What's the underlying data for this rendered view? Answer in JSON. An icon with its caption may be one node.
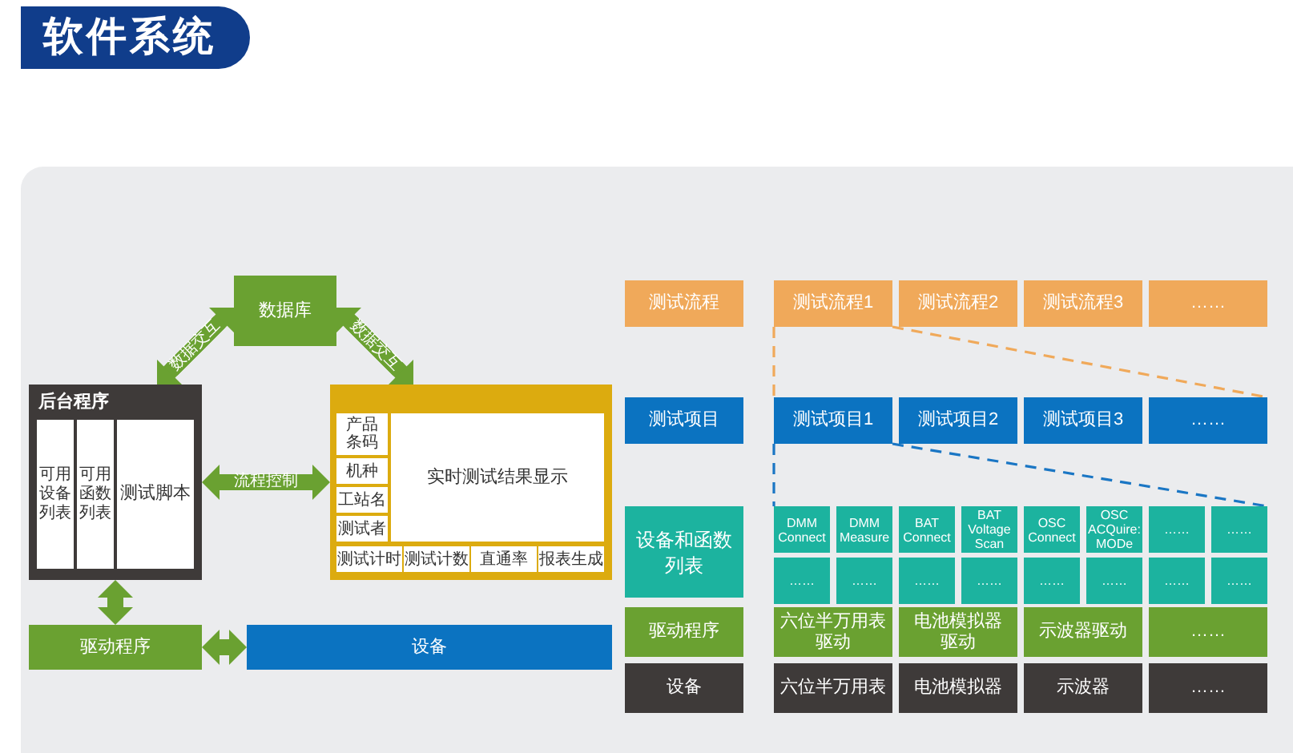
{
  "diagram": {
    "title": "软件系统",
    "nodes": [
      {
        "text": [
          "数据库"
        ]
      },
      {
        "text": [
          "后台程序"
        ]
      },
      {
        "text": [
          "可用设备列表"
        ],
        "in": 1
      },
      {
        "text": [
          "可用函数列表"
        ],
        "in": 1
      },
      {
        "text": [
          "测试脚本"
        ],
        "in": 1
      },
      {
        "text": [],
        "shape": "box"
      },
      {
        "text": [
          "产品条码"
        ],
        "in": 5
      },
      {
        "text": [
          "机种"
        ],
        "in": 5
      },
      {
        "text": [
          "工站名"
        ],
        "in": 5
      },
      {
        "text": [
          "测试者"
        ],
        "in": 5
      },
      {
        "text": [
          "实时测试结果显示"
        ],
        "in": 5
      },
      {
        "text": [
          "测试计时"
        ],
        "in": 5
      },
      {
        "text": [
          "测试计数"
        ],
        "in": 5
      },
      {
        "text": [
          "直通率"
        ],
        "in": 5
      },
      {
        "text": [
          "报表生成"
        ],
        "in": 5
      },
      {
        "text": [
          "驱动程序"
        ]
      },
      {
        "text": [
          "设备"
        ]
      },
      {
        "text": [
          "测试流程"
        ]
      },
      {
        "text": [
          "测试流程1"
        ]
      },
      {
        "text": [
          "测试流程2"
        ]
      },
      {
        "text": [
          "测试流程3"
        ]
      },
      {
        "text": [
          "……"
        ]
      },
      {
        "text": [
          "测试项目"
        ]
      },
      {
        "text": [
          "测试项目1"
        ]
      },
      {
        "text": [
          "测试项目2"
        ]
      },
      {
        "text": [
          "测试项目3"
        ]
      },
      {
        "text": [
          "……"
        ]
      },
      {
        "text": [
          "设备和函数列表"
        ]
      },
      {
        "text": [
          "DMM Connect"
        ]
      },
      {
        "text": [
          "DMM Measure"
        ]
      },
      {
        "text": [
          "BAT Connect"
        ]
      },
      {
        "text": [
          "BAT Voltage Scan"
        ]
      },
      {
        "text": [
          "OSC Connect"
        ]
      },
      {
        "text": [
          "OSC ACQuire: MODe"
        ]
      },
      {
        "text": [
          "……"
        ]
      },
      {
        "text": [
          "……"
        ]
      },
      {
        "text": [
          "……"
        ]
      },
      {
        "text": [
          "……"
        ]
      },
      {
        "text": [
          "……"
        ]
      },
      {
        "text": [
          "……"
        ]
      },
      {
        "text": [
          "……"
        ]
      },
      {
        "text": [
          "……"
        ]
      },
      {
        "text": [
          "……"
        ]
      },
      {
        "text": [
          "……"
        ]
      },
      {
        "text": [
          "驱动程序"
        ]
      },
      {
        "text": [
          "六位半万用表驱动"
        ]
      },
      {
        "text": [
          "电池模拟器驱动"
        ]
      },
      {
        "text": [
          "示波器驱动"
        ]
      },
      {
        "text": [
          "……"
        ]
      },
      {
        "text": [
          "设备"
        ]
      },
      {
        "text": [
          "六位半万用表"
        ]
      },
      {
        "text": [
          "电池模拟器"
        ]
      },
      {
        "text": [
          "示波器"
        ]
      },
      {
        "text": [
          "……"
        ]
      }
    ],
    "edges": [
      {
        "from": 1,
        "to": 0,
        "arrow": "both",
        "label": "数据交互"
      },
      {
        "from": 0,
        "to": 5,
        "arrow": "both",
        "label": "数据交互"
      },
      {
        "from": 1,
        "to": 5,
        "arrow": "both",
        "label": "流程控制"
      },
      {
        "from": 1,
        "to": 15,
        "arrow": "both"
      },
      {
        "from": 15,
        "to": 16,
        "arrow": "both"
      },
      {
        "from": 18,
        "to": 23,
        "arrow": "none",
        "style": "dashed",
        "color": "#f0a95a"
      },
      {
        "from": 18,
        "to": 26,
        "arrow": "none",
        "style": "dashed",
        "color": "#f0a95a"
      },
      {
        "from": 23,
        "to": 28,
        "arrow": "none",
        "style": "dashed",
        "color": "#1a76c4"
      },
      {
        "from": 23,
        "to": 35,
        "arrow": "none",
        "style": "dashed",
        "color": "#1a76c4"
      }
    ]
  }
}
